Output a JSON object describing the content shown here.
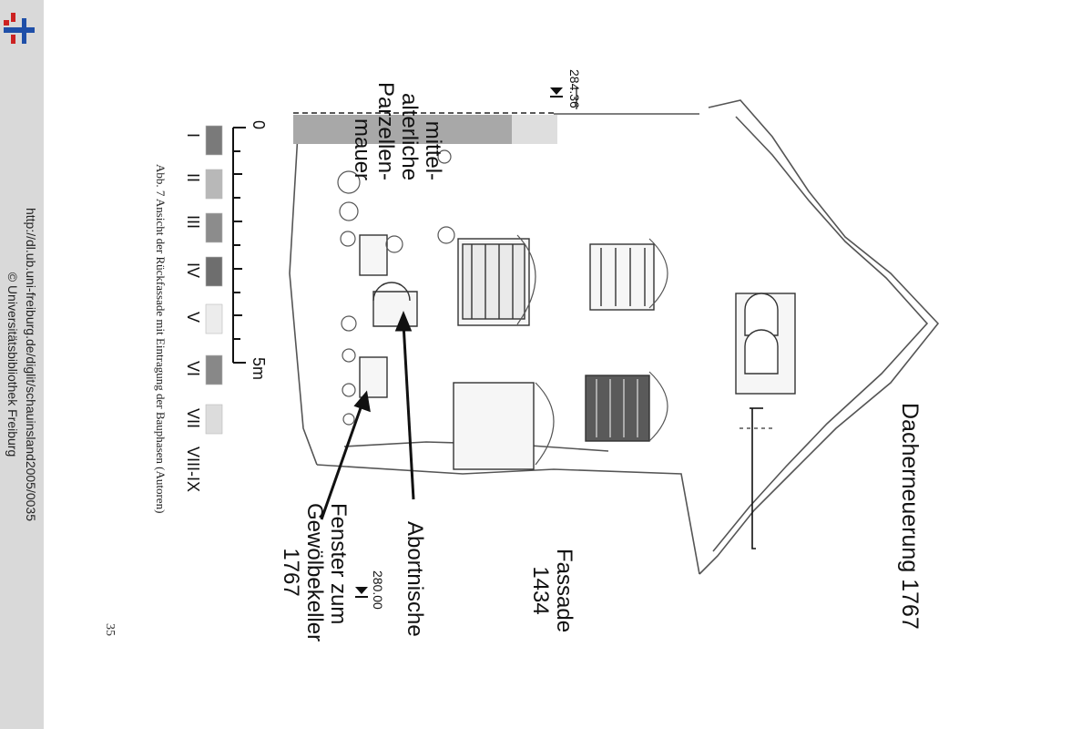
{
  "sidebar": {
    "url": "http://dl.ub.uni-freiburg.de/diglit/schauinsland2005/0035",
    "copyright": "© Universitätsbibliothek Freiburg",
    "logo_colors": [
      "#cc2222",
      "#1f4fa8"
    ]
  },
  "labels": {
    "roof": "Dacherneuerung 1767",
    "facade_line1": "Fassade",
    "facade_line2": "1434",
    "abort": "Abortnische",
    "window_line1": "Fenster zum",
    "window_line2": "Gewölbekeller",
    "window_line3": "1767",
    "wall_line1": "mittel-",
    "wall_line2": "alterliche",
    "wall_line3": "Parzellen-",
    "wall_line4": "mauer",
    "level_top": "284.36",
    "level_bottom": "280.00"
  },
  "scale": {
    "start": "0",
    "end": "5m"
  },
  "legend": [
    {
      "label": "I",
      "color": "#7a7a7a"
    },
    {
      "label": "II",
      "color": "#b8b8b8"
    },
    {
      "label": "III",
      "color": "#8c8c8c"
    },
    {
      "label": "IV",
      "color": "#6e6e6e"
    },
    {
      "label": "V",
      "color": "#ececec"
    },
    {
      "label": "VI",
      "color": "#888888"
    },
    {
      "label": "VII",
      "color": "#dcdcdc"
    },
    {
      "label": "VIII-IX",
      "color": "#ffffff"
    }
  ],
  "caption": "Abb. 7   Ansicht der Rückfassade mit Eintragung der Bauphasen (Autoren)",
  "page_number": "35"
}
